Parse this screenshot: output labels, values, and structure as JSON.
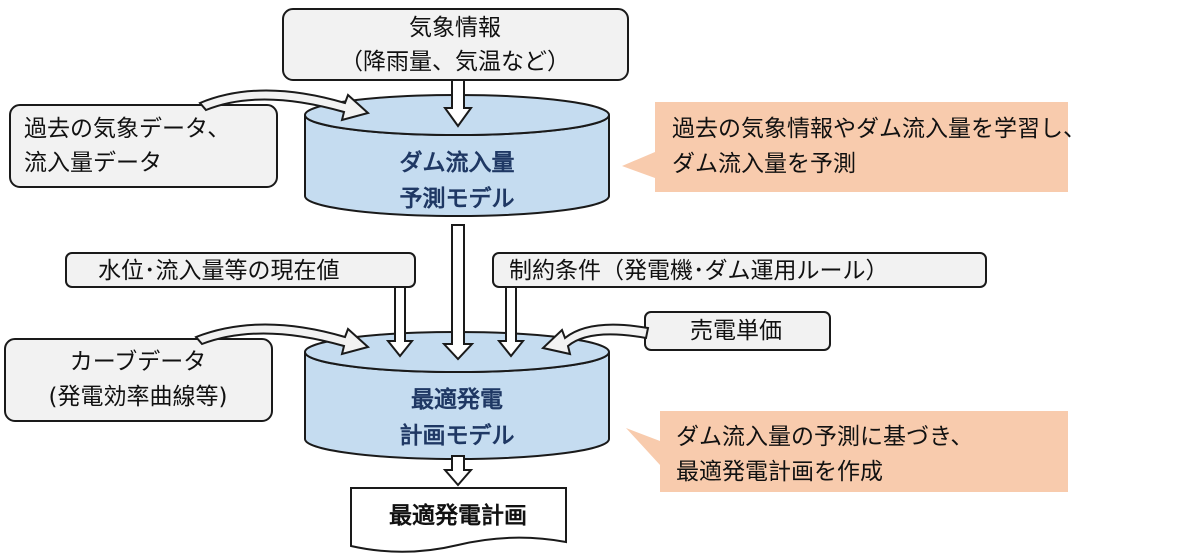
{
  "nodes": {
    "weather_info": {
      "line1": "気象情報",
      "line2": "（降雨量、気温など）"
    },
    "past_data": {
      "line1": "過去の気象データ、",
      "line2": "流入量データ"
    },
    "inflow_model": {
      "line1": "ダム流入量",
      "line2": "予測モデル"
    },
    "current_values": {
      "label": "水位･流入量等の現在値"
    },
    "constraints": {
      "label": "制約条件（発電機･ダム運用ルール）"
    },
    "price": {
      "label": "売電単価"
    },
    "curve_data": {
      "line1": "カーブデータ",
      "line2": "(発電効率曲線等)"
    },
    "plan_model": {
      "line1": "最適発電",
      "line2": "計画モデル"
    },
    "output_plan": {
      "label": "最適発電計画"
    }
  },
  "callouts": {
    "model1_note": {
      "line1": "過去の気象情報やダム流入量を学習し、",
      "line2": "ダム流入量を予測"
    },
    "model2_note": {
      "line1": " ダム流入量の予測に基づき、",
      "line2": "最適発電計画を作成"
    }
  },
  "colors": {
    "cylinder_fill": "#c5dcf0",
    "box_fill": "#f2f2f2",
    "callout_fill": "#f8cbad",
    "outline": "#1a1a1a",
    "model_text": "#1f3864"
  }
}
